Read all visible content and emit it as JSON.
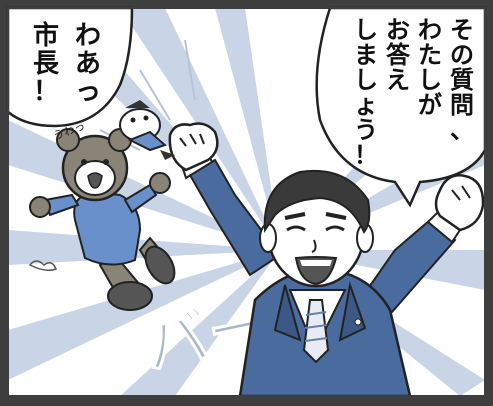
{
  "comic": {
    "left_bubble": {
      "col1": [
        "わ",
        "あ",
        "っ"
      ],
      "col2": [
        "市",
        "長",
        "！"
      ]
    },
    "right_bubble": {
      "col1": [
        "そ",
        "の",
        "質",
        "問",
        "、"
      ],
      "col2": [
        "わ",
        "た",
        "し",
        "が"
      ],
      "col3": [
        "お",
        "答",
        "え"
      ],
      "col4": [
        "し",
        "ま",
        "し",
        "ょ",
        "う",
        "！"
      ]
    },
    "small_sfx": "うわっ",
    "big_sfx": "バーン",
    "colors": {
      "border": "#3e3e3e",
      "background": "#ffffff",
      "rays": "#c9d4e6",
      "suit": "#4a6b9e",
      "bear_shirt": "#6a90cc",
      "bear_fur": "#8a8378"
    }
  }
}
